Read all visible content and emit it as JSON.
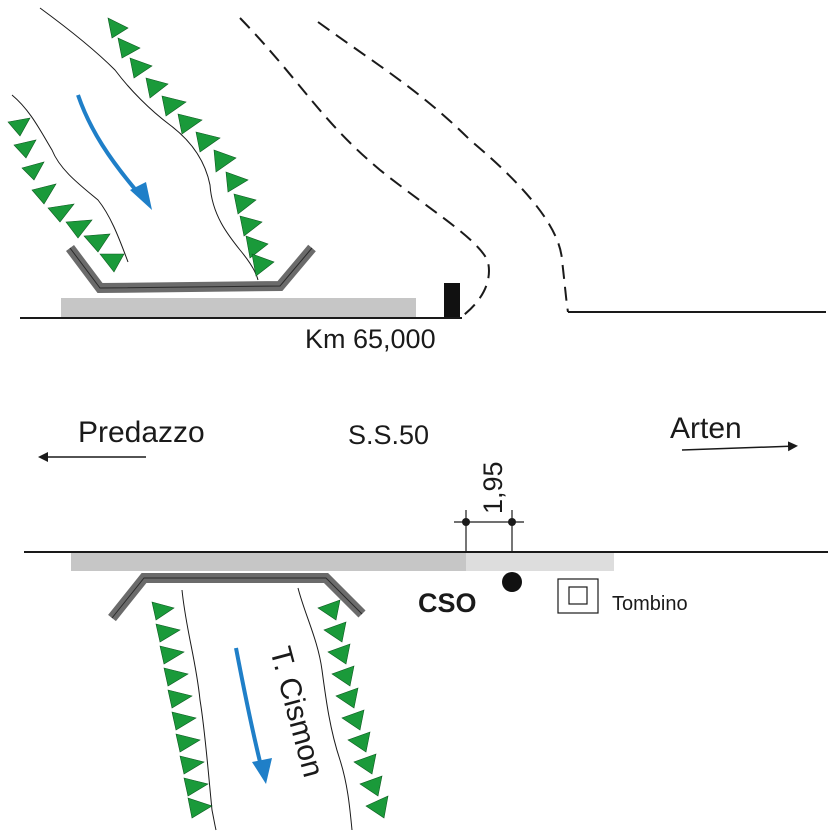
{
  "labels": {
    "km_marker": "Km 65,000",
    "road_name": "S.S.50",
    "direction_left": "Predazzo",
    "direction_right": "Arten",
    "dimension": "1,95",
    "station": "CSO",
    "culvert": "Tombino",
    "river": "T. Cismon"
  },
  "colors": {
    "vegetation": "#1a9a3a",
    "flow_arrow": "#1f7fc8",
    "bridge": "#6b6b6b",
    "road_band": "#c6c6c6",
    "road_band_light": "#dddddd",
    "line": "#1a1a1a"
  }
}
